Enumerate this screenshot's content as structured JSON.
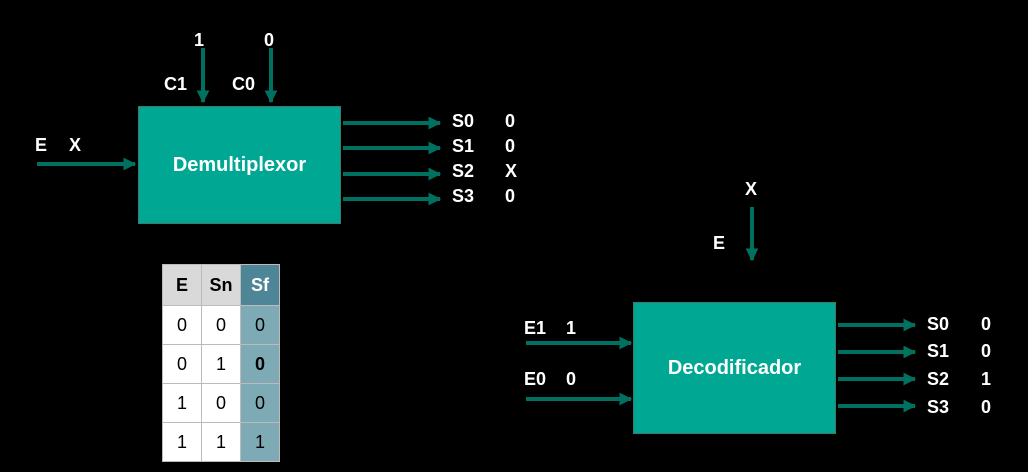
{
  "demux": {
    "title": "Demultiplexor",
    "control_values": [
      "1",
      "0"
    ],
    "control_labels": [
      "C1",
      "C0"
    ],
    "input_label": "E",
    "input_value": "X",
    "outputs": [
      {
        "label": "S0",
        "value": "0"
      },
      {
        "label": "S1",
        "value": "0"
      },
      {
        "label": "S2",
        "value": "X"
      },
      {
        "label": "S3",
        "value": "0"
      }
    ]
  },
  "table": {
    "headers": [
      "E",
      "Sn",
      "Sf"
    ],
    "rows": [
      [
        "0",
        "0",
        "0"
      ],
      [
        "0",
        "1",
        "0"
      ],
      [
        "1",
        "0",
        "0"
      ],
      [
        "1",
        "1",
        "1"
      ]
    ]
  },
  "decoder": {
    "title": "Decodificador",
    "enable_value": "X",
    "enable_label": "E",
    "inputs": [
      {
        "label": "E1",
        "value": "1"
      },
      {
        "label": "E0",
        "value": "0"
      }
    ],
    "outputs": [
      {
        "label": "S0",
        "value": "0"
      },
      {
        "label": "S1",
        "value": "0"
      },
      {
        "label": "S2",
        "value": "1"
      },
      {
        "label": "S3",
        "value": "0"
      }
    ]
  },
  "colors": {
    "arrow": "#007060",
    "box": "#00a893",
    "background": "#000000"
  }
}
